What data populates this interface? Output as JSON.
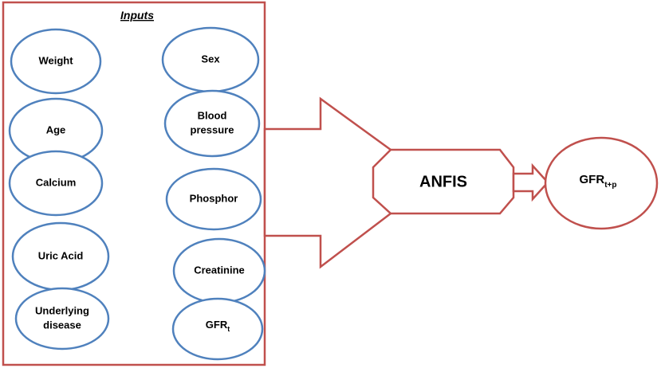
{
  "diagram": {
    "inputs_title": "Inputs",
    "inputs": [
      {
        "id": "weight",
        "lines": [
          "Weight"
        ]
      },
      {
        "id": "age",
        "lines": [
          "Age"
        ]
      },
      {
        "id": "calcium",
        "lines": [
          "Calcium"
        ]
      },
      {
        "id": "uric-acid",
        "lines": [
          "Uric Acid"
        ]
      },
      {
        "id": "underlying-disease",
        "lines": [
          "Underlying",
          "disease"
        ]
      },
      {
        "id": "sex",
        "lines": [
          "Sex"
        ]
      },
      {
        "id": "blood-pressure",
        "lines": [
          "Blood",
          "pressure"
        ]
      },
      {
        "id": "phosphor",
        "lines": [
          "Phosphor"
        ]
      },
      {
        "id": "creatinine",
        "lines": [
          "Creatinine"
        ]
      },
      {
        "id": "gfr-t",
        "base": "GFR",
        "sub": "t"
      }
    ],
    "model": "ANFIS",
    "output": {
      "base": "GFR",
      "sub": "t+p"
    },
    "colors": {
      "box": "#c0504d",
      "ellipse": "#4f81bd",
      "text": "#000000"
    }
  }
}
